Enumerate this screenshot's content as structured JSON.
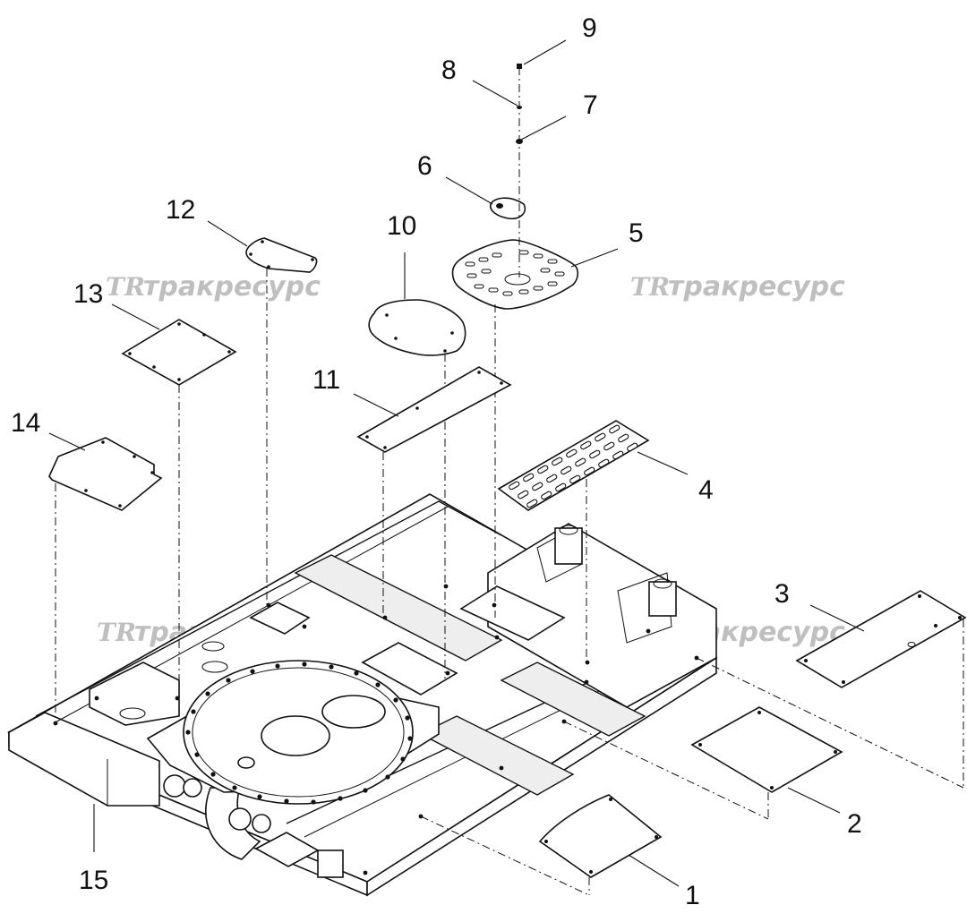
{
  "callouts": {
    "n1": "1",
    "n2": "2",
    "n3": "3",
    "n4": "4",
    "n5": "5",
    "n6": "6",
    "n7": "7",
    "n8": "8",
    "n9": "9",
    "n10": "10",
    "n11": "11",
    "n12": "12",
    "n13": "13",
    "n14": "14",
    "n15": "15"
  },
  "watermark": {
    "logo": "TR",
    "text": "тракресурс"
  }
}
